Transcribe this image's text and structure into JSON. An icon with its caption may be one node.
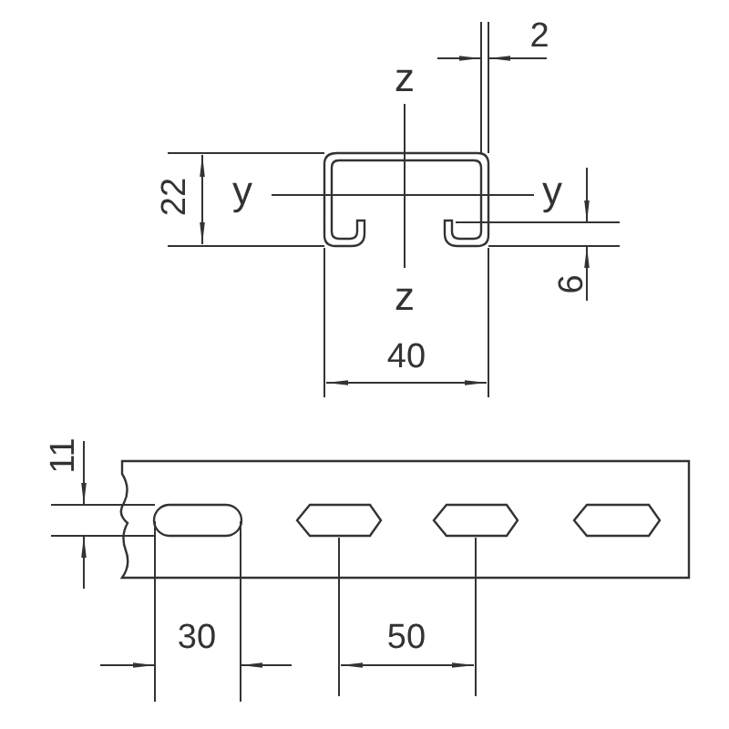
{
  "diagram": {
    "labels": [
      "2",
      "z",
      "22",
      "y",
      "y",
      "z",
      "6",
      "40",
      "11",
      "30",
      "50"
    ]
  }
}
